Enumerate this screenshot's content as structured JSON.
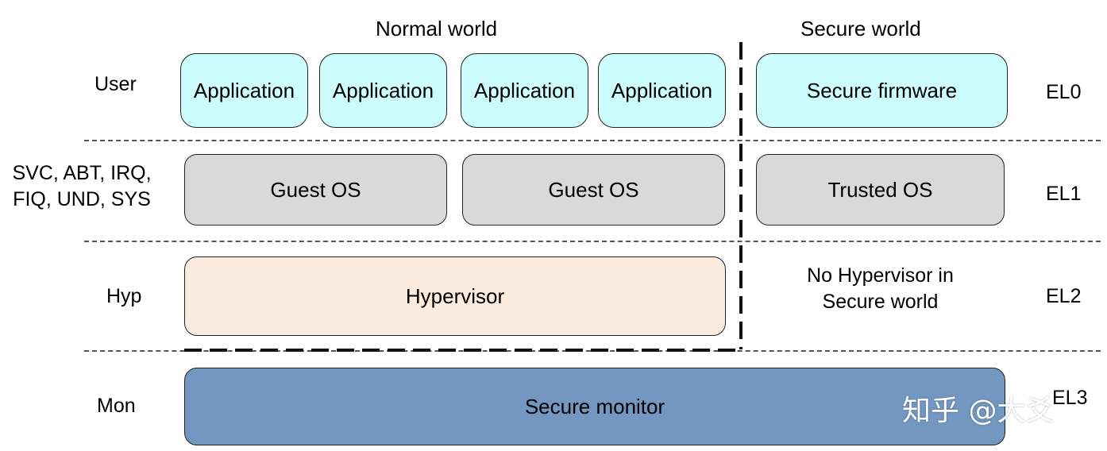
{
  "headers": {
    "normal_world": "Normal world",
    "secure_world": "Secure world"
  },
  "modes": {
    "user": "User",
    "svc_line1": "SVC, ABT, IRQ,",
    "svc_line2": "FIQ, UND, SYS",
    "hyp": "Hyp",
    "mon": "Mon"
  },
  "levels": {
    "el0": "EL0",
    "el1": "EL1",
    "el2": "EL2",
    "el3": "EL3"
  },
  "el0_boxes": [
    "Application",
    "Application",
    "Application",
    "Application"
  ],
  "secure_firmware": "Secure firmware",
  "el1_boxes": [
    "Guest OS",
    "Guest OS"
  ],
  "trusted_os": "Trusted OS",
  "hypervisor": "Hypervisor",
  "no_hypervisor_line1": "No Hypervisor in",
  "no_hypervisor_line2": "Secure world",
  "secure_monitor": "Secure monitor",
  "watermark": "知乎 @大爻",
  "colors": {
    "application": "#ccfcfc",
    "os": "#d9d9d9",
    "hypervisor": "#fcebdf",
    "monitor": "#7397c1"
  }
}
